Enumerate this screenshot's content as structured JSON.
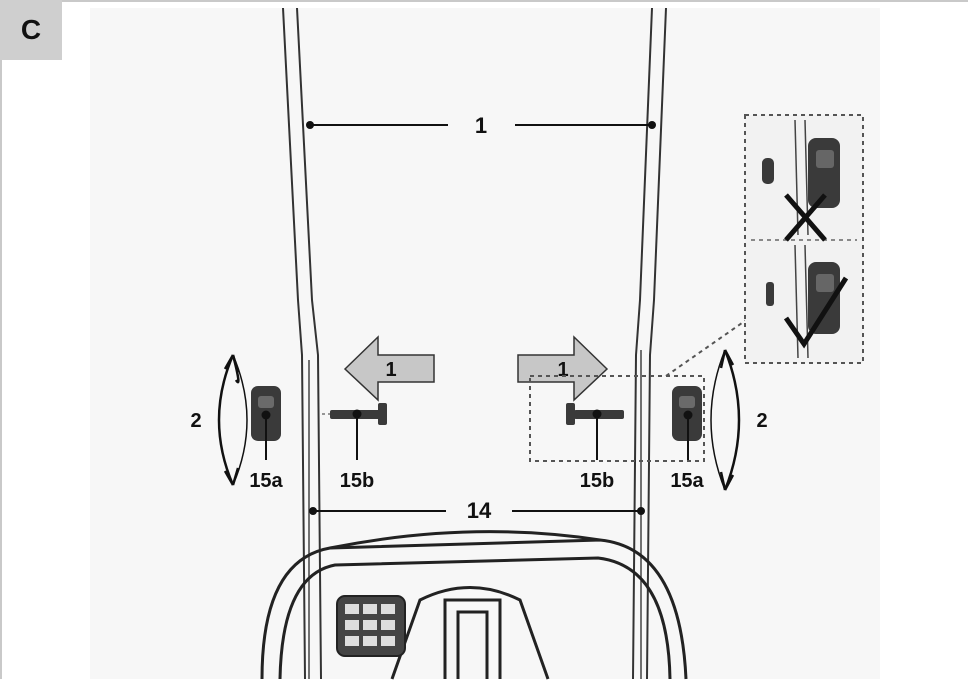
{
  "panel": {
    "letter": "C"
  },
  "labels": {
    "handle_top": "1",
    "arrow_left": "1",
    "arrow_right": "1",
    "rotate_left": "2",
    "rotate_right": "2",
    "knob_left": "15a",
    "bolt_left": "15b",
    "bolt_right": "15b",
    "knob_right": "15a",
    "bracket": "14"
  },
  "inset": {
    "wrong_mark": "cross-icon",
    "correct_mark": "check-icon"
  },
  "colors": {
    "line": "#111111",
    "arrow_fill": "#c7c7c7",
    "knob": "#3a3a3a",
    "frame": "#c9c9c9",
    "corner": "#cfcfcf"
  }
}
